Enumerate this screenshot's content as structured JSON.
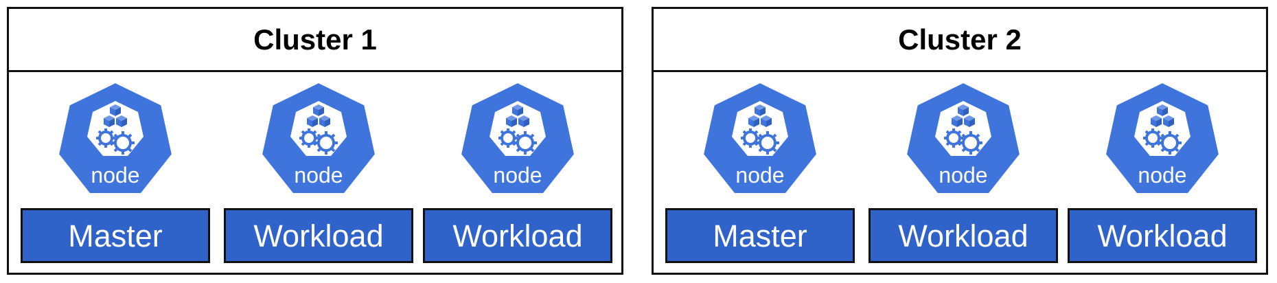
{
  "colors": {
    "node_fill": "#3f74dd",
    "node_outline": "#ffffff",
    "role_fill": "#2f63c9",
    "border": "#111111",
    "text_on_blue": "#ffffff"
  },
  "icons": {
    "node": "kubernetes-node-icon",
    "cubes": "cube-stack-icon",
    "gears": "gears-icon"
  },
  "clusters": [
    {
      "title": "Cluster 1",
      "nodes": [
        {
          "icon_label": "node",
          "role": "Master"
        },
        {
          "icon_label": "node",
          "role": "Workload"
        },
        {
          "icon_label": "node",
          "role": "Workload"
        }
      ]
    },
    {
      "title": "Cluster 2",
      "nodes": [
        {
          "icon_label": "node",
          "role": "Master"
        },
        {
          "icon_label": "node",
          "role": "Workload"
        },
        {
          "icon_label": "node",
          "role": "Workload"
        }
      ]
    }
  ]
}
